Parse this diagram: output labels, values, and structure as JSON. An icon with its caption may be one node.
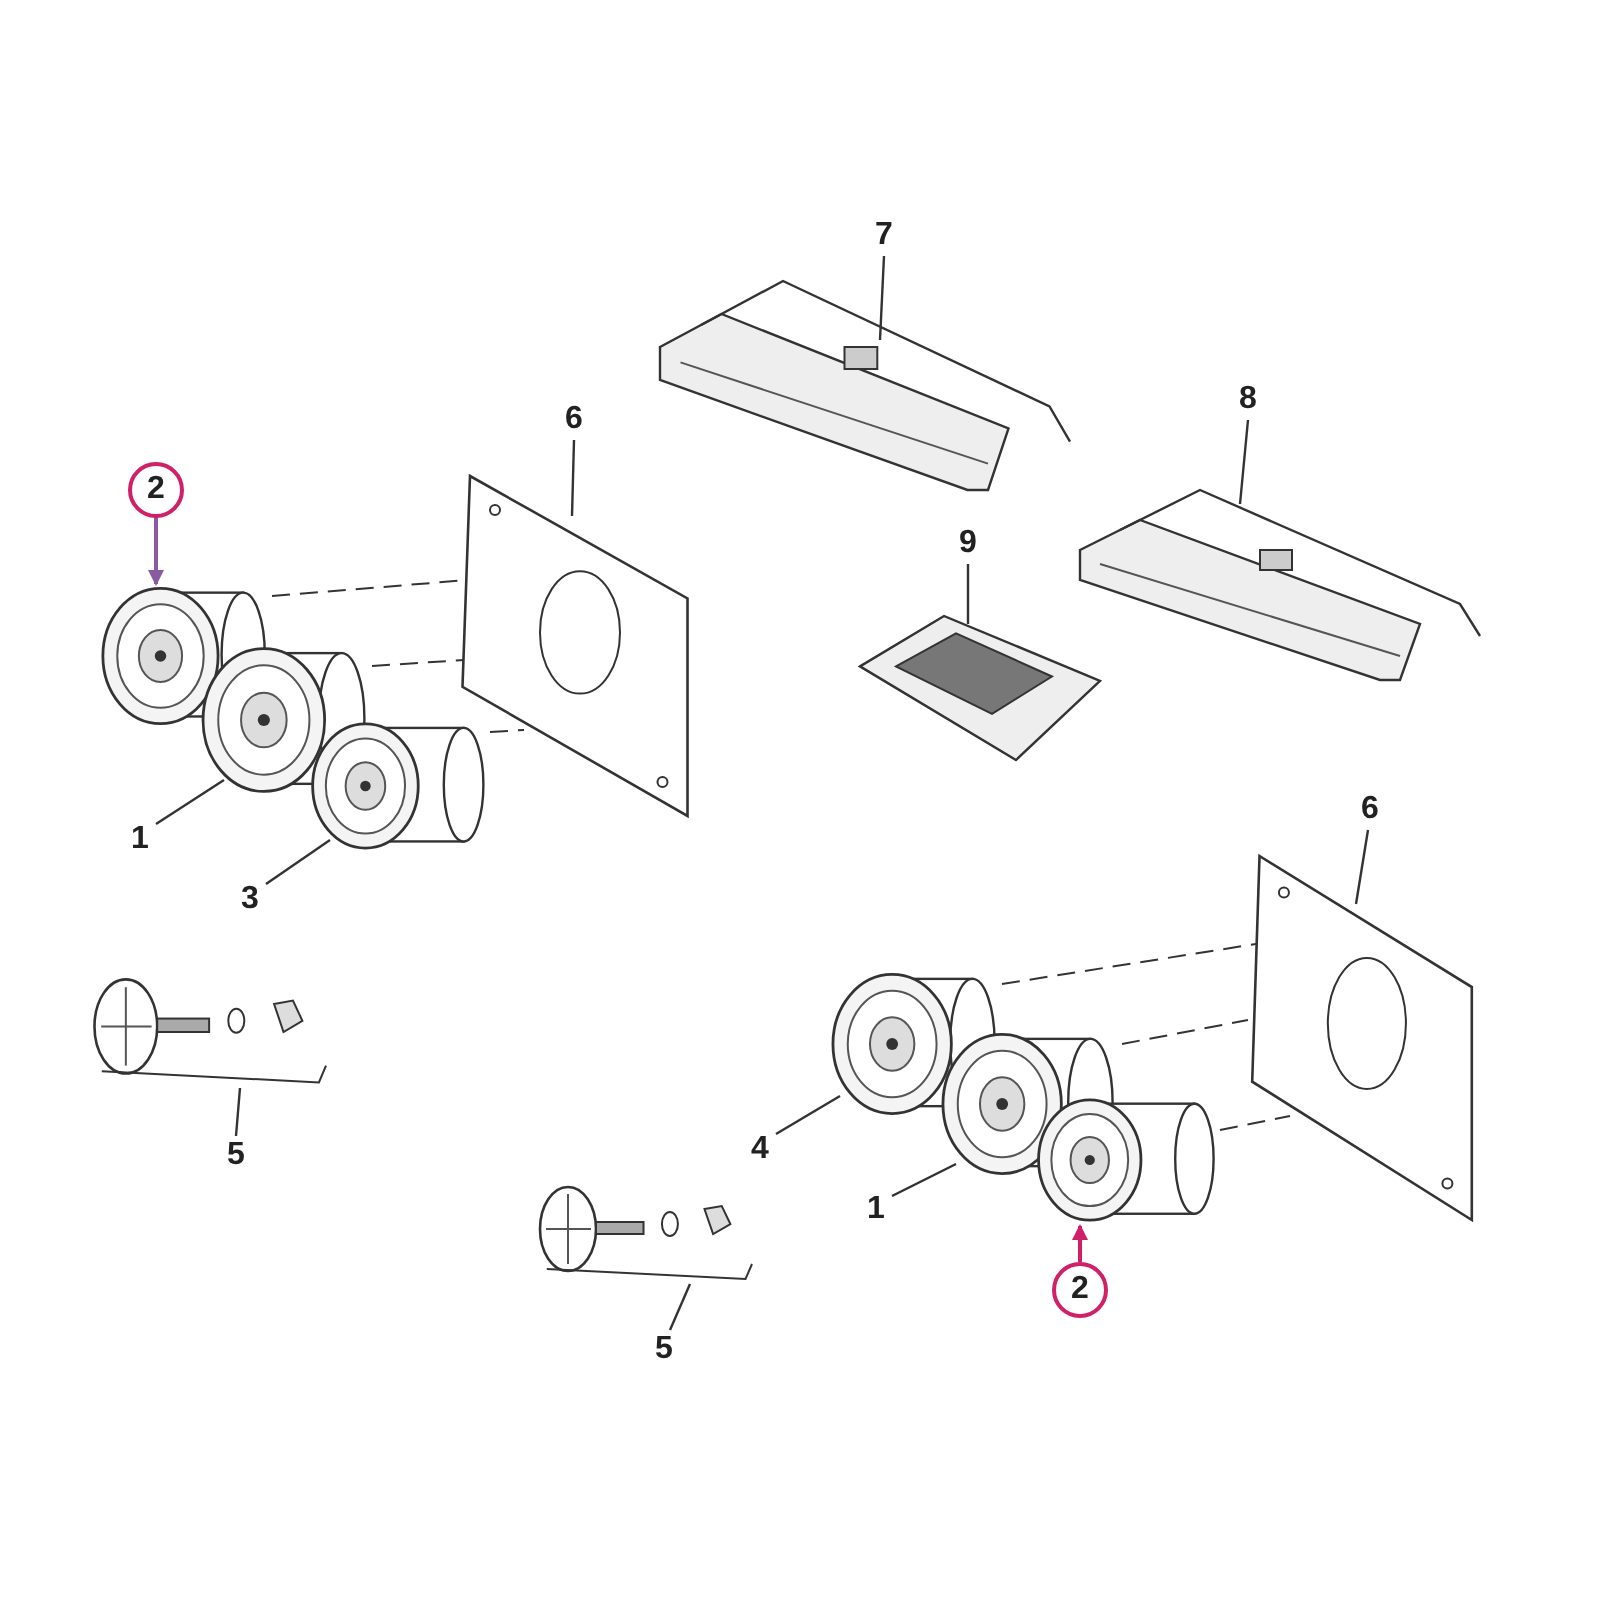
{
  "diagram": {
    "nodes": [
      {
        "text": [
          "7"
        ]
      },
      {
        "text": [],
        "shape": "picture"
      },
      {
        "text": [
          "8"
        ]
      },
      {
        "text": [],
        "shape": "picture"
      },
      {
        "text": [
          "6"
        ]
      },
      {
        "text": [],
        "shape": "picture"
      },
      {
        "text": [
          "2"
        ]
      },
      {
        "text": [],
        "shape": "picture"
      },
      {
        "text": [
          "9"
        ]
      },
      {
        "text": [],
        "shape": "picture"
      },
      {
        "text": [
          "1"
        ]
      },
      {
        "text": [],
        "shape": "picture"
      },
      {
        "text": [
          "3"
        ]
      },
      {
        "text": [],
        "shape": "picture"
      },
      {
        "text": [
          "6"
        ]
      },
      {
        "text": [],
        "shape": "picture"
      },
      {
        "text": [
          "5"
        ]
      },
      {
        "text": [],
        "shape": "picture"
      },
      {
        "text": [
          "4"
        ]
      },
      {
        "text": [],
        "shape": "picture"
      },
      {
        "text": [
          "1"
        ]
      },
      {
        "text": [],
        "shape": "picture"
      },
      {
        "text": [
          "2"
        ]
      },
      {
        "text": [],
        "shape": "picture"
      },
      {
        "text": [
          "5"
        ]
      },
      {
        "text": [],
        "shape": "picture"
      }
    ],
    "edges": [
      {
        "from": 0,
        "to": 1,
        "arrow": "none"
      },
      {
        "from": 2,
        "to": 3,
        "arrow": "none"
      },
      {
        "from": 4,
        "to": 5,
        "arrow": "none"
      },
      {
        "from": 6,
        "to": 7,
        "arrow": "to",
        "color": "#8a5aa0"
      },
      {
        "from": 8,
        "to": 9,
        "arrow": "none"
      },
      {
        "from": 10,
        "to": 11,
        "arrow": "none"
      },
      {
        "from": 12,
        "to": 13,
        "arrow": "none"
      },
      {
        "from": 14,
        "to": 15,
        "arrow": "none"
      },
      {
        "from": 16,
        "to": 17,
        "arrow": "none"
      },
      {
        "from": 18,
        "to": 19,
        "arrow": "none"
      },
      {
        "from": 20,
        "to": 21,
        "arrow": "none"
      },
      {
        "from": 22,
        "to": 23,
        "arrow": "to",
        "color": "#d0206a"
      },
      {
        "from": 24,
        "to": 25,
        "arrow": "none"
      },
      {
        "from": 7,
        "to": 5,
        "arrow": "none",
        "style": "dashed"
      },
      {
        "from": 11,
        "to": 5,
        "arrow": "none",
        "style": "dashed"
      },
      {
        "from": 13,
        "to": 5,
        "arrow": "none",
        "style": "dashed"
      },
      {
        "from": 19,
        "to": 15,
        "arrow": "none",
        "style": "dashed"
      },
      {
        "from": 21,
        "to": 15,
        "arrow": "none",
        "style": "dashed"
      },
      {
        "from": 23,
        "to": 15,
        "arrow": "none",
        "style": "dashed"
      }
    ]
  }
}
